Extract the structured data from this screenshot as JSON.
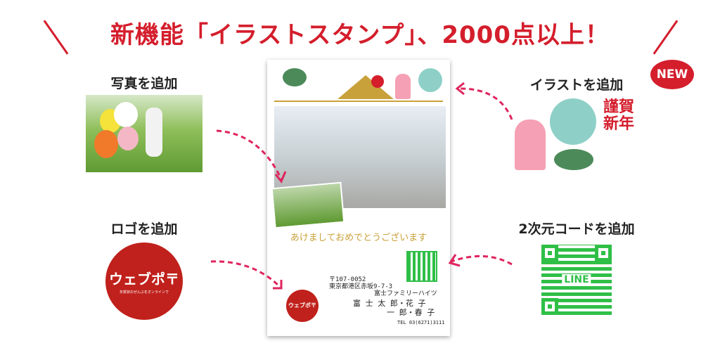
{
  "headline": "新機能「イラストスタンプ」、2000点以上！",
  "left": {
    "photo_label": "写真を追加",
    "logo_label": "ロゴを追加"
  },
  "right": {
    "illust_label": "イラストを追加",
    "new_badge": "NEW",
    "qr_label": "2次元コードを追加",
    "new_year_text": "謹賀新年"
  },
  "logo": {
    "name": "ウェブポ〒",
    "tagline": "年賀状のぜんぶをオンラインで"
  },
  "qr": {
    "text": "LINE"
  },
  "card": {
    "greeting": "あけましておめでとうございます",
    "postal": "〒107-0052",
    "address": "東京都港区赤坂9-7-3",
    "building": "富士ファミリーハイツ",
    "names1": "富 士 太 郎・花 子",
    "names2": "一 郎・春 子",
    "tel": "TEL 03(6271)3111"
  },
  "colors": {
    "accent": "#d41e2c",
    "arrow": "#e0245e",
    "gold": "#c9a13a",
    "qr": "#2fbf47"
  }
}
